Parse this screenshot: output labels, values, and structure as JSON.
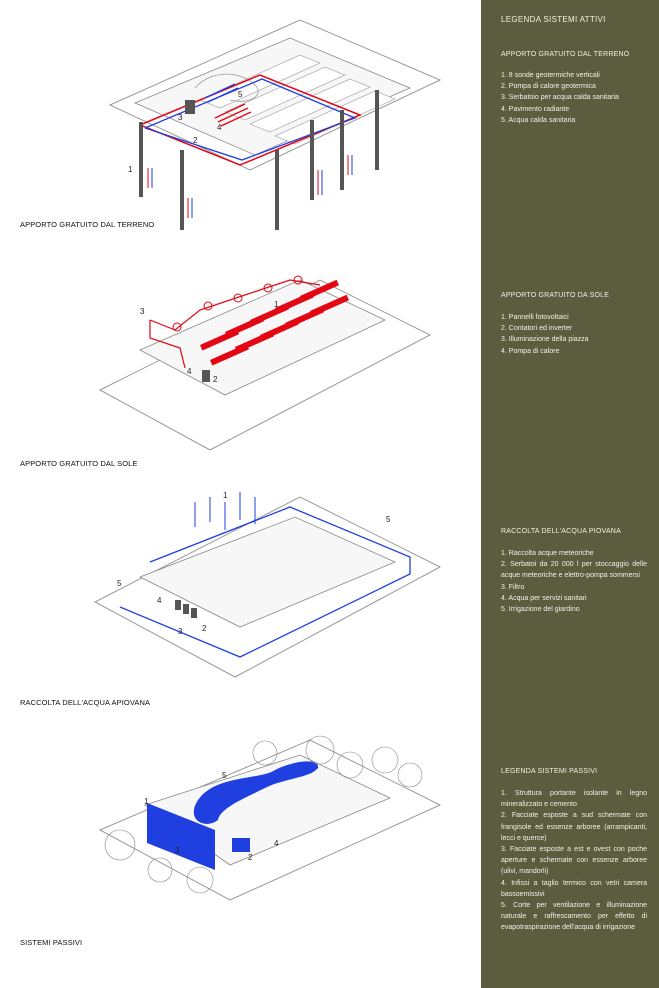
{
  "diagrams": [
    {
      "caption": "APPORTO GRATUITO DAL TERRENO",
      "markers": [
        "1",
        "2",
        "3",
        "4",
        "5"
      ]
    },
    {
      "caption": "APPORTO GRATUITO DAL SOLE",
      "markers": [
        "1",
        "2",
        "3",
        "4"
      ]
    },
    {
      "caption": "RACCOLTA DELL'ACQUA APIOVANA",
      "markers": [
        "1",
        "2",
        "3",
        "4",
        "5",
        "5"
      ]
    },
    {
      "caption": "SISTEMI PASSIVI",
      "markers": [
        "1",
        "2",
        "3",
        "4",
        "5"
      ]
    }
  ],
  "legend": {
    "title_active": "LEGENDA SISTEMI ATTIVI",
    "sections": [
      {
        "title": "APPORTO GRATUITO DAL TERRENO",
        "items": [
          "1. 8 sonde geotermiche verticali",
          "2. Pompa di calore geotermica",
          "3. Serbatoio per acqua calda sanitaria",
          "4. Pavimento radiante",
          "5. Acqua calda sanitaria"
        ]
      },
      {
        "title": "APPORTO GRATUITO DA SOLE",
        "items": [
          "1. Pannelli fotovoltaici",
          "2. Contatori ed inverter",
          "3. Illuminazione della piazza",
          "4. Pompa di calore"
        ]
      },
      {
        "title": "RACCOLTA DELL'ACQUA PIOVANA",
        "items": [
          "1. Raccolta acque meteoriche",
          "2. Serbatoi da 20 000 l per stoccaggio delle acque meteoriche e elettro-pompa sommersi",
          "3. Filtro",
          "4. Acqua per servizi sanitari",
          "5. Irrigazione del giardino"
        ]
      }
    ],
    "title_passive": "LEGENDA SISTEMI PASSIVI",
    "passive_items": [
      "1. Struttura portante isolante in legno mineralizzato e cemento",
      "2. Facciate esposte a sud schermate con frangisole ed essenze arboree (arrampicanti, lecci e querce)",
      "3. Facciate esposte a est e ovest con poche aperture e schermate con essenze arboree (ulivi, mandorli)",
      "4. Infissi a taglio termico con vetri camera bassoemissivi",
      "5. Corte per ventilazione e illuminazione naturale e raffrescamento per effetto di evapotraspirazione dell'acqua di irrigazione"
    ]
  },
  "colors": {
    "panel_bg": "#5c5c3f",
    "panel_text": "#f2f2e8",
    "red": "#e30613",
    "blue": "#1f3fe0",
    "line": "#777777"
  }
}
